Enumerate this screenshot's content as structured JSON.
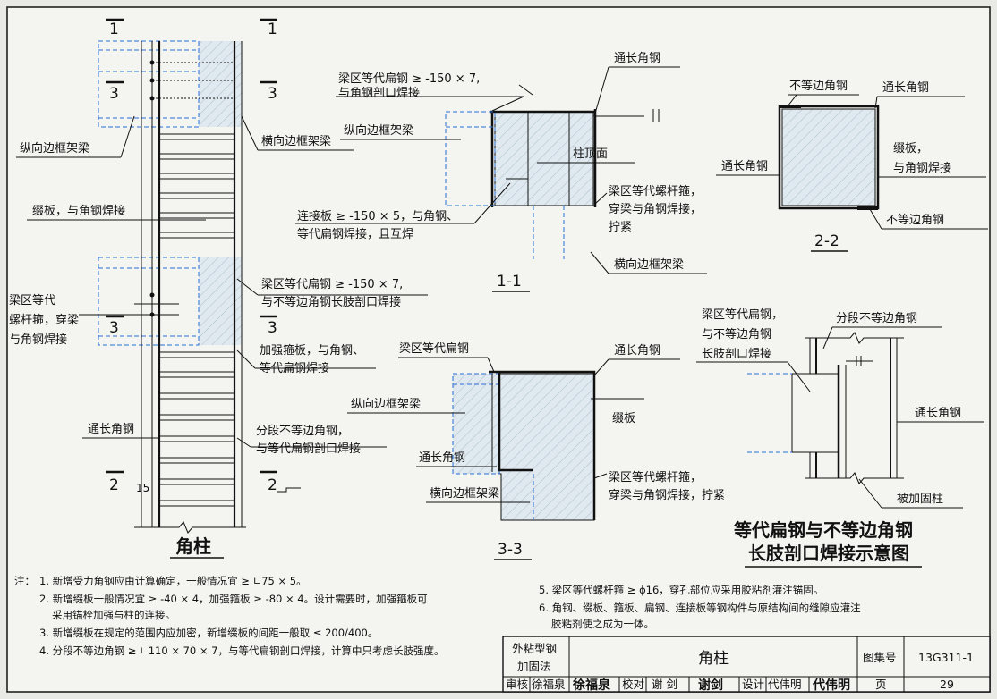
{
  "section_marks": {
    "s1": "1",
    "s2": "2",
    "s3": "3",
    "dim15": "15"
  },
  "corner_column": {
    "title": "角柱",
    "labels": {
      "longitudinal_beam": "纵向边框架梁",
      "transverse_beam": "横向边框架梁",
      "batten_weld": "缀板，与角钢焊接",
      "bolt_hoop_1": "梁区等代",
      "bolt_hoop_2": "螺杆箍，穿梁",
      "bolt_hoop_3": "与角钢焊接",
      "flat_steel_1": "梁区等代扁钢 ≥ -150 × 7,",
      "flat_steel_2": "与不等边角钢长肢剖口焊接",
      "stiff_plate_1": "加强箍板，与角钢、",
      "stiff_plate_2": "等代扁钢焊接",
      "through_angle": "通长角钢",
      "segment_angle_1": "分段不等边角钢，",
      "segment_angle_2": "与等代扁钢剖口焊接"
    }
  },
  "section_1_1": {
    "title": "1-1",
    "labels": {
      "flat_steel_1": "梁区等代扁钢 ≥ -150 × 7,",
      "flat_steel_2": "与角钢剖口焊接",
      "through_angle": "通长角钢",
      "longitudinal_beam": "纵向边框架梁",
      "column_top": "柱顶面",
      "connect_plate_1": "连接板 ≥ -150 × 5，与角钢、",
      "connect_plate_2": "等代扁钢焊接，且互焊",
      "bolt_hoop_1": "梁区等代螺杆箍，",
      "bolt_hoop_2": "穿梁与角钢焊接，",
      "bolt_hoop_3": "拧紧",
      "transverse_beam": "横向边框架梁"
    }
  },
  "section_2_2": {
    "title": "2-2",
    "labels": {
      "unequal_angle_top": "不等边角钢",
      "through_angle_top": "通长角钢",
      "batten_1": "缀板，",
      "batten_2": "与角钢焊接",
      "through_angle_left": "通长角钢",
      "unequal_angle_bottom": "不等边角钢"
    }
  },
  "section_3_3": {
    "title": "3-3",
    "labels": {
      "flat_steel": "梁区等代扁钢",
      "through_angle_top": "通长角钢",
      "longitudinal_beam": "纵向边框架梁",
      "batten": "缀板",
      "through_angle_left": "通长角钢",
      "bolt_hoop_1": "梁区等代螺杆箍，",
      "bolt_hoop_2": "穿梁与角钢焊接，拧紧",
      "transverse_beam": "横向边框架梁"
    }
  },
  "weld_detail": {
    "title_1": "等代扁钢与不等边角钢",
    "title_2": "长肢剖口焊接示意图",
    "labels": {
      "flat_steel_1": "梁区等代扁钢，",
      "flat_steel_2": "与不等边角钢",
      "flat_steel_3": "长肢剖口焊接",
      "segment_angle": "分段不等边角钢",
      "through_angle": "通长角钢",
      "reinforced_column": "被加固柱"
    }
  },
  "notes": {
    "prefix": "注：",
    "items": [
      "1. 新增受力角钢应由计算确定，一般情况宜 ≥ ∟75 × 5。",
      "2. 新增缀板一般情况宜 ≥ -40 × 4，加强箍板 ≥ -80 × 4。设计需要时，加强箍板可",
      "采用锚栓加强与柱的连接。",
      "3. 新增缀板在规定的范围内应加密，新增缀板的间距一般取 ≤ 200/400。",
      "4. 分段不等边角钢 ≥ ∟110 × 70 × 7，与等代扁钢剖口焊接，计算中只考虑长肢强度。",
      "5. 梁区等代螺杆箍 ≥ ϕ16，穿孔部位应采用胶粘剂灌注锚固。",
      "6. 角钢、缀板、箍板、扁钢、连接板等钢构件与原结构间的缝隙应灌注",
      "胶粘剂使之成为一体。"
    ]
  },
  "title_block": {
    "method_1": "外粘型钢",
    "method_2": "加固法",
    "drawing_title": "角柱",
    "atlas_label": "图集号",
    "atlas_no": "13G311-1",
    "review_label": "审核",
    "reviewer": "徐福泉",
    "reviewer_sig": "徐福泉",
    "check_label": "校对",
    "checker": "谢 剑",
    "checker_sig": "谢剑",
    "design_label": "设计",
    "designer": "代伟明",
    "designer_sig": "代伟明",
    "page_label": "页",
    "page_no": "29"
  }
}
